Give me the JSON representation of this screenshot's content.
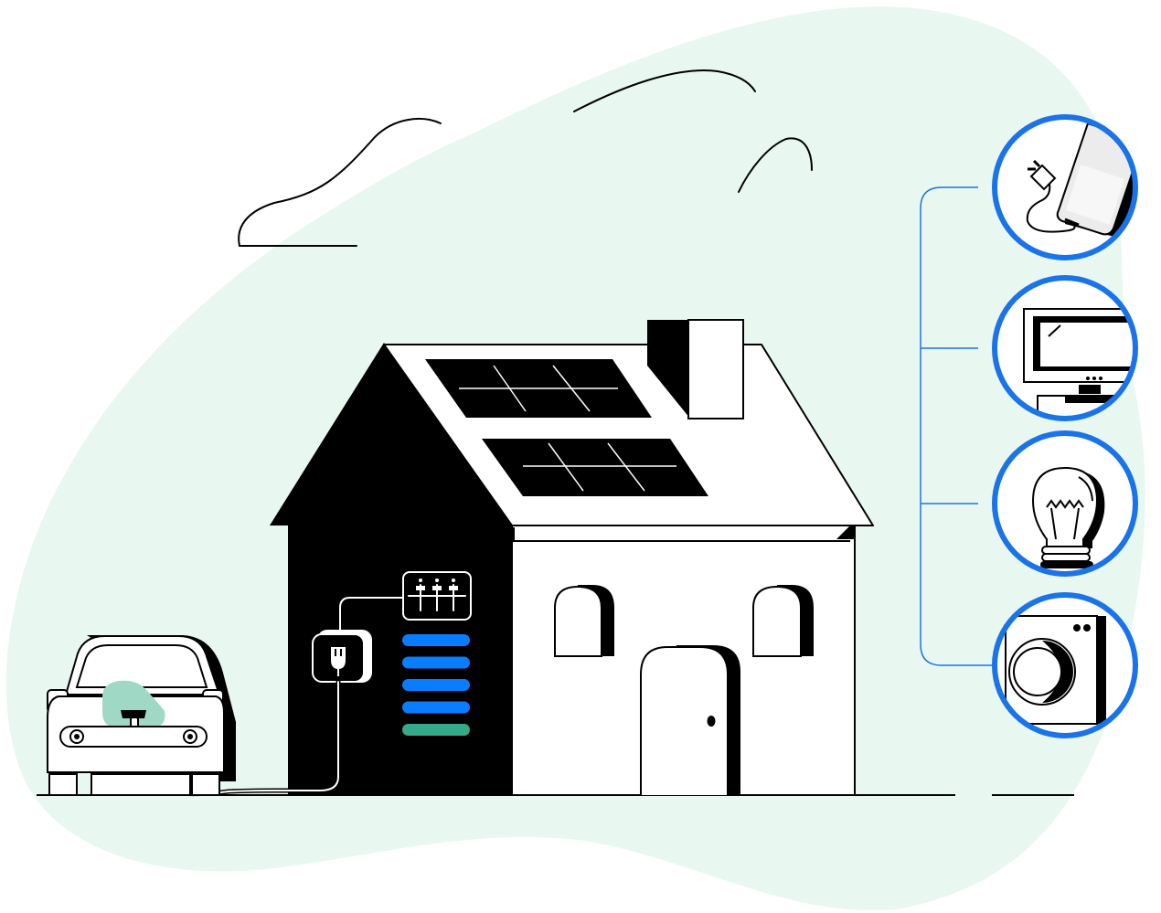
{
  "colors": {
    "blob": "#e8f7ef",
    "ink": "#000000",
    "paper": "#ffffff",
    "accent_blue": "#1a73e8",
    "battery_blue": "#0a7cff",
    "battery_green": "#36a98a",
    "car_glow": "#9fd9c6",
    "screen_gray": "#ececec"
  },
  "illustration": {
    "subject": "home-energy-system",
    "elements": [
      "cloud",
      "house",
      "solar-panel",
      "chimney",
      "electric-car",
      "wall-charger",
      "electric-meter",
      "home-battery"
    ],
    "battery": {
      "segments_total": 5,
      "segments_blue": 4,
      "segments_green": 1
    },
    "appliance_icons": [
      "phone-charger-icon",
      "television-icon",
      "light-bulb-icon",
      "washing-machine-icon"
    ]
  }
}
